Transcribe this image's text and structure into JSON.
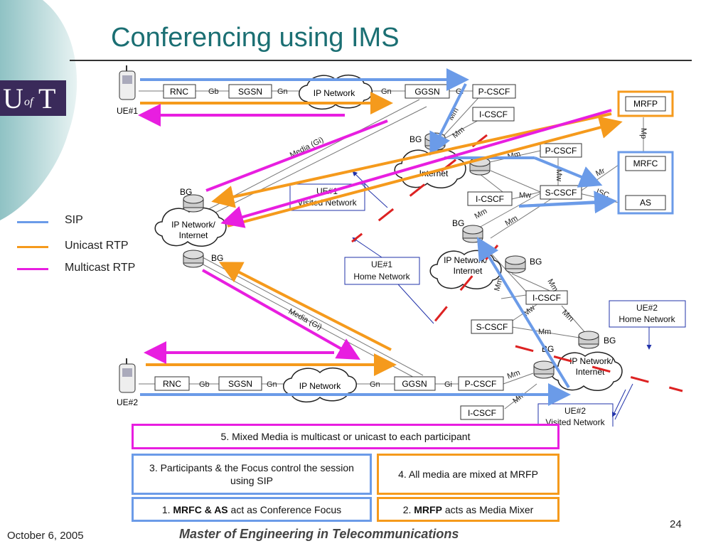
{
  "title": "Conferencing using IMS",
  "logo": {
    "u": "U",
    "of": "of",
    "t": "T"
  },
  "legend": [
    {
      "label": "SIP",
      "color": "#6b9be8"
    },
    {
      "label": "Unicast RTP",
      "color": "#f59a1c"
    },
    {
      "label": "Multicast RTP",
      "color": "#e81ee0"
    }
  ],
  "diagram": {
    "ue1": "UE#1",
    "ue2": "UE#2",
    "rnc": "RNC",
    "sgsn": "SGSN",
    "ip_network": "IP Network",
    "ggsn": "GGSN",
    "pcscf": "P-CSCF",
    "icscf": "I-CSCF",
    "scscf": "S-CSCF",
    "mrfp": "MRFP",
    "mrfc": "MRFC",
    "as": "AS",
    "bg": "BG",
    "gb": "Gb",
    "gn": "Gn",
    "gi": "Gi",
    "mm": "Mm",
    "mw": "Mw",
    "mr": "Mr",
    "mp": "Mp",
    "isc": "ISC",
    "media_gi": "Media (Gi)",
    "ip_internet_1": "IP Network/",
    "ip_internet_2": "Internet",
    "ue1_visited_1": "UE#1",
    "ue1_visited_2": "Visited Network",
    "ue1_home_1": "UE#1",
    "ue1_home_2": "Home Network",
    "ue2_home_1": "UE#2",
    "ue2_home_2": "Home Network",
    "ue2_visited_1": "UE#2",
    "ue2_visited_2": "Visited Network"
  },
  "notes": {
    "n5": "5. Mixed Media is multicast or unicast to each participant",
    "n3": "3. Participants & the Focus control the session using SIP",
    "n4": "4. All media are mixed at MRFP",
    "n1_bold": "MRFC & AS",
    "n1_prefix": "1.",
    "n1_suffix": "act as Conference Focus",
    "n2_prefix": "2.",
    "n2_bold": "MRFP",
    "n2_suffix": "acts as Media Mixer"
  },
  "footer": {
    "date": "October 6, 2005",
    "center": "Master of Engineering in Telecommunications",
    "page": "24"
  }
}
